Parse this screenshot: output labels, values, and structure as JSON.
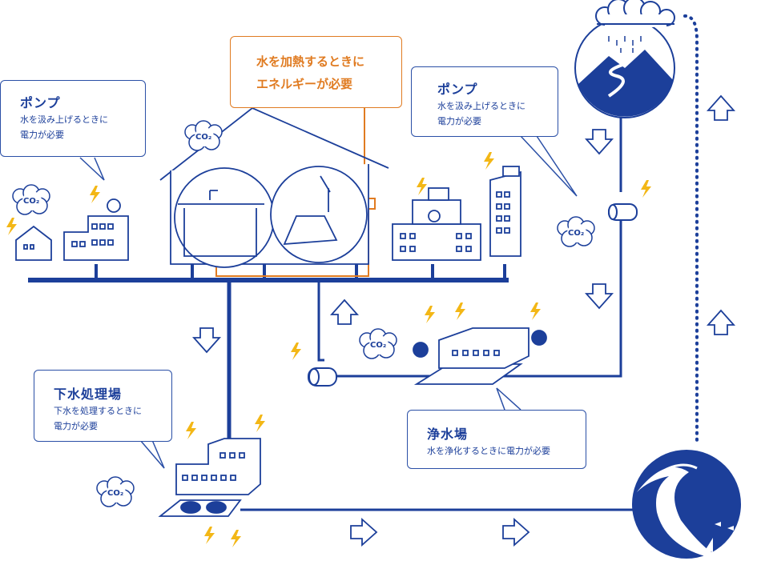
{
  "colors": {
    "blue": "#1c3f9a",
    "orange": "#e07b21",
    "yellow": "#f3b716"
  },
  "callouts": {
    "pump_left": {
      "title": "ポンプ",
      "desc1": "水を汲み上げるときに",
      "desc2": "電力が必要"
    },
    "heating": {
      "desc1": "水を加熱するときに",
      "desc2": "エネルギーが必要"
    },
    "pump_right": {
      "title": "ポンプ",
      "desc1": "水を汲み上げるときに",
      "desc2": "電力が必要"
    },
    "sewage": {
      "title": "下水処理場",
      "desc1": "下水を処理するときに",
      "desc2": "電力が必要"
    },
    "purification": {
      "title": "浄水場",
      "desc1": "水を浄化するときに電力が必要"
    }
  },
  "co2_label": "CO₂"
}
